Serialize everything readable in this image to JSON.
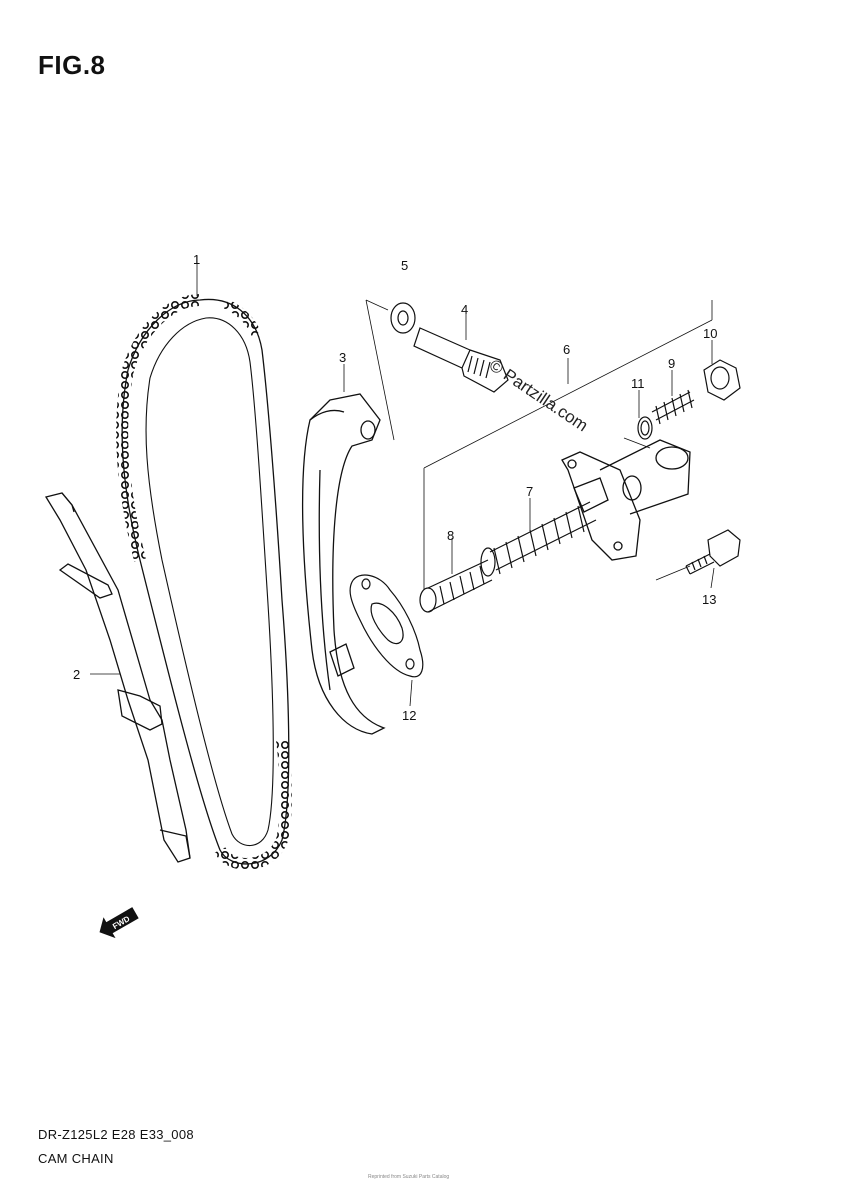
{
  "figure": {
    "title": "FIG.8"
  },
  "callouts": [
    {
      "id": "1",
      "label": "1"
    },
    {
      "id": "2",
      "label": "2"
    },
    {
      "id": "3",
      "label": "3"
    },
    {
      "id": "4",
      "label": "4"
    },
    {
      "id": "5",
      "label": "5"
    },
    {
      "id": "6",
      "label": "6"
    },
    {
      "id": "7",
      "label": "7"
    },
    {
      "id": "8",
      "label": "8"
    },
    {
      "id": "9",
      "label": "9"
    },
    {
      "id": "10",
      "label": "10"
    },
    {
      "id": "11",
      "label": "11"
    },
    {
      "id": "12",
      "label": "12"
    },
    {
      "id": "13",
      "label": "13"
    }
  ],
  "watermark": "© Partzilla.com",
  "fwd_label": "FWD",
  "footer": {
    "model_code": "DR-Z125L2 E28 E33_008",
    "section_name": "CAM CHAIN",
    "fine_print": "Reprinted from Suzuki Parts Catalog"
  }
}
